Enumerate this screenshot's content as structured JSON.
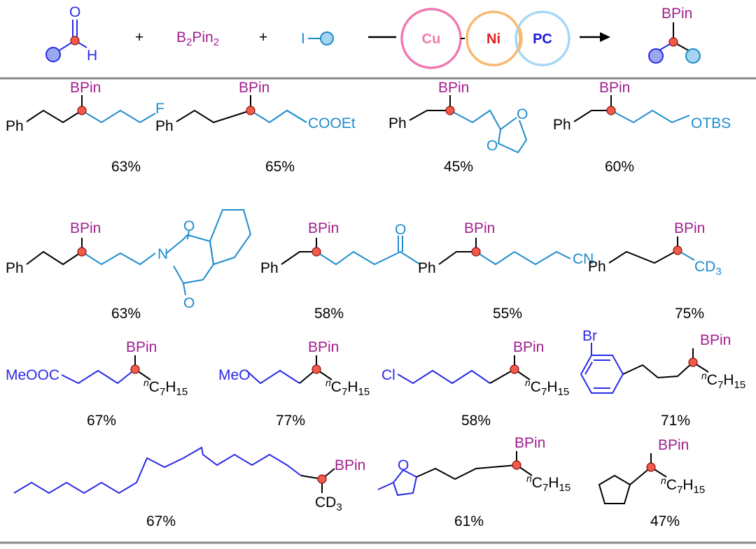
{
  "header": {
    "aldehyde": {
      "o": "O",
      "h": "H"
    },
    "plus": "+",
    "diboron": [
      "B",
      "2",
      "Pin",
      "2"
    ],
    "iodide": "I",
    "catalysts": {
      "cu": "Cu",
      "ni": "Ni",
      "pc": "PC"
    },
    "product_label": "BPin",
    "colors": {
      "cu": "#f07ab0",
      "ni": "#f8b870",
      "pc": "#a6d8f5",
      "ni_text": "#e02020",
      "pc_text": "#1a1ae0",
      "boryl": "#a0208e",
      "substituent": "#1e8ccc"
    }
  },
  "labels": {
    "bpin": "BPin",
    "ph": "Ph",
    "f": "F",
    "cooet": "COOEt",
    "o": "O",
    "otbs": "OTBS",
    "n": "N",
    "cn": "CN",
    "cd3": [
      "CD",
      "3"
    ],
    "meooc": "MeOOC",
    "meo": "MeO",
    "cl": "Cl",
    "br": "Br",
    "heptyl": [
      "n",
      "C",
      "7",
      "H",
      "15"
    ]
  },
  "yields": [
    "63%",
    "65%",
    "45%",
    "60%",
    "63%",
    "58%",
    "55%",
    "75%",
    "67%",
    "77%",
    "58%",
    "71%",
    "67%",
    "61%",
    "47%"
  ]
}
